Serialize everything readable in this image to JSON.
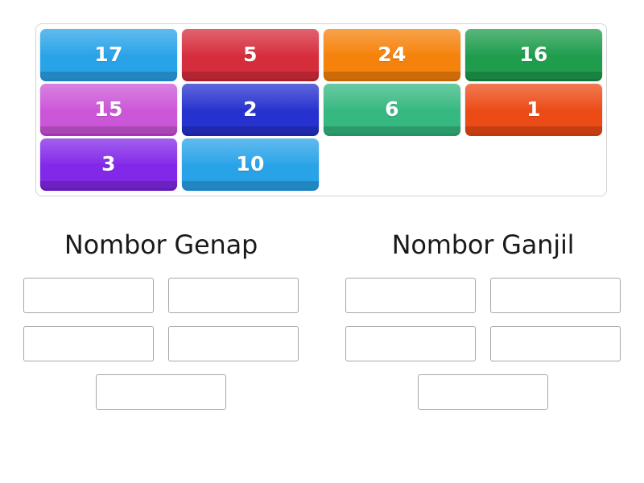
{
  "activity": {
    "type": "group-sort",
    "tile_tray": {
      "name": "draggable-tiles-tray",
      "rows": [
        [
          {
            "label": "17",
            "color": "#29a3e8",
            "shadow": "#1b83c4"
          },
          {
            "label": "5",
            "color": "#d62d3c",
            "shadow": "#ab1f2c"
          },
          {
            "label": "24",
            "color": "#f5820b",
            "shadow": "#c76403"
          },
          {
            "label": "16",
            "color": "#1f9d4d",
            "shadow": "#16763a"
          }
        ],
        [
          {
            "label": "15",
            "color": "#cc56d8",
            "shadow": "#ab2fb8"
          },
          {
            "label": "2",
            "color": "#2632cf",
            "shadow": "#1a23a4"
          },
          {
            "label": "6",
            "color": "#36b881",
            "shadow": "#249164"
          },
          {
            "label": "1",
            "color": "#ec4b16",
            "shadow": "#bf380d"
          }
        ],
        [
          {
            "label": "3",
            "color": "#8228e8",
            "shadow": "#6418ba"
          },
          {
            "label": "10",
            "color": "#29a3e8",
            "shadow": "#1b83c4"
          },
          {
            "label": "",
            "empty": true
          },
          {
            "label": "",
            "empty": true
          }
        ]
      ]
    },
    "columns": [
      {
        "title": "Nombor Genap",
        "dropzone_count": 5,
        "dropzones": [
          "",
          "",
          "",
          "",
          ""
        ]
      },
      {
        "title": "Nombor Ganjil",
        "dropzone_count": 5,
        "dropzones": [
          "",
          "",
          "",
          "",
          ""
        ]
      }
    ]
  },
  "theme": {
    "page_background": "#ffffff",
    "tray_border": "#d5d5d5",
    "dropzone_border": "#a7a7a7",
    "title_color": "#1a1a1a",
    "tile_text_color": "#ffffff"
  }
}
